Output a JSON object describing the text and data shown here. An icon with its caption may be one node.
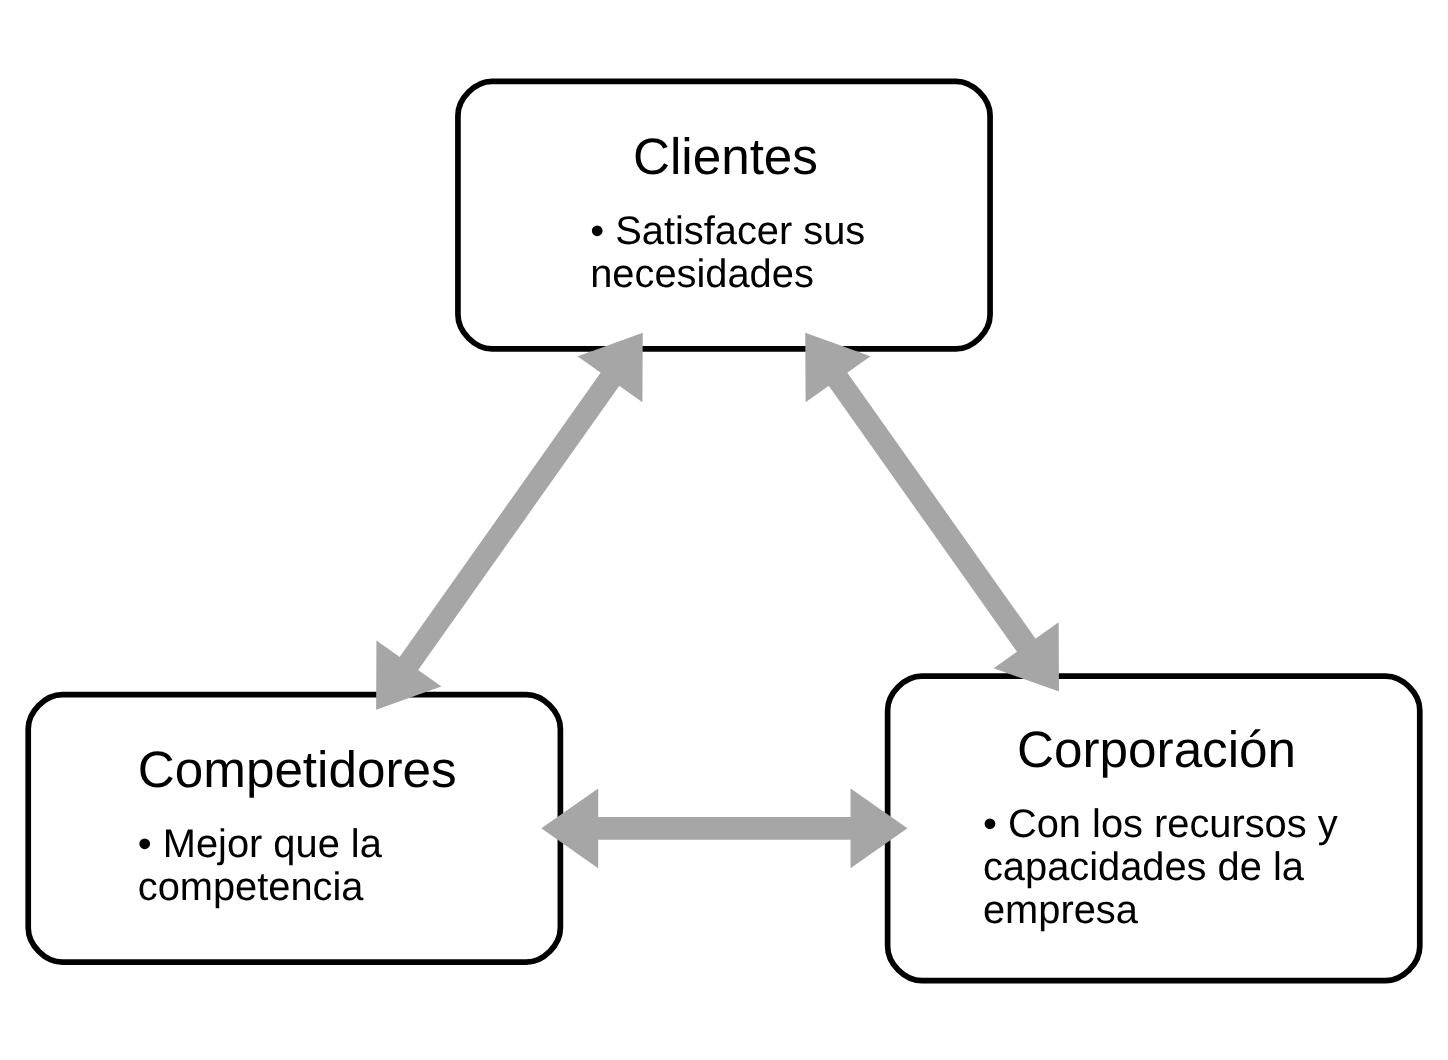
{
  "diagram": {
    "nodes": [
      {
        "text": [
          "Clientes",
          "• Satisfacer sus necesidades"
        ]
      },
      {
        "text": [
          "Competidores",
          "• Mejor que la competencia"
        ]
      },
      {
        "text": [
          "Corporación",
          "• Con los recursos y capacidades de la empresa"
        ]
      }
    ],
    "edges": [
      {
        "from": 0,
        "to": 1,
        "arrow": "both"
      },
      {
        "from": 0,
        "to": 2,
        "arrow": "both"
      },
      {
        "from": 1,
        "to": 2,
        "arrow": "both"
      }
    ]
  }
}
